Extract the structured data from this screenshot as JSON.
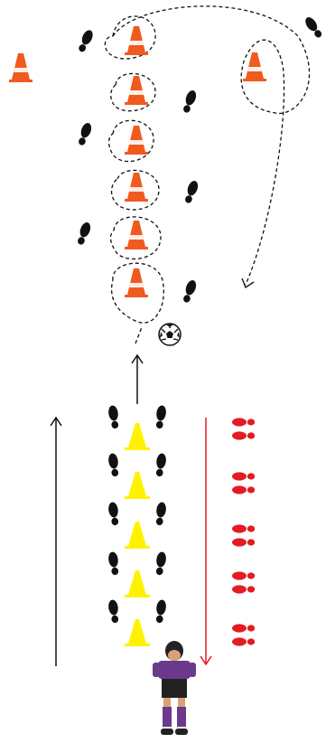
{
  "diagram": {
    "colors": {
      "background": "#ffffff",
      "orange_cone": "#f05a1e",
      "yellow_cone": "#fff200",
      "footprint_black": "#111111",
      "footprint_red": "#e31b23",
      "dashed_path": "#111111",
      "arrow_black": "#111111",
      "arrow_red": "#e31b23",
      "player_shirt": "#6b3a8c",
      "player_shorts": "#222222",
      "player_socks": "#6b3a8c",
      "player_skin": "#d9a07a",
      "ball_fill": "#ffffff",
      "ball_patch": "#111111"
    },
    "icons": {
      "orange_cone": "traffic-cone-icon",
      "yellow_cone": "traffic-cone-icon",
      "footprint": "footprint-icon",
      "ball": "soccer-ball-icon",
      "player": "player-figure-icon",
      "arrow": "arrow-icon"
    },
    "counts": {
      "slalom_orange_cones": 6,
      "single_orange_cones": 2,
      "yellow_cones": 5,
      "black_footprint_rows": 5,
      "red_footprint_groups": 5
    }
  }
}
